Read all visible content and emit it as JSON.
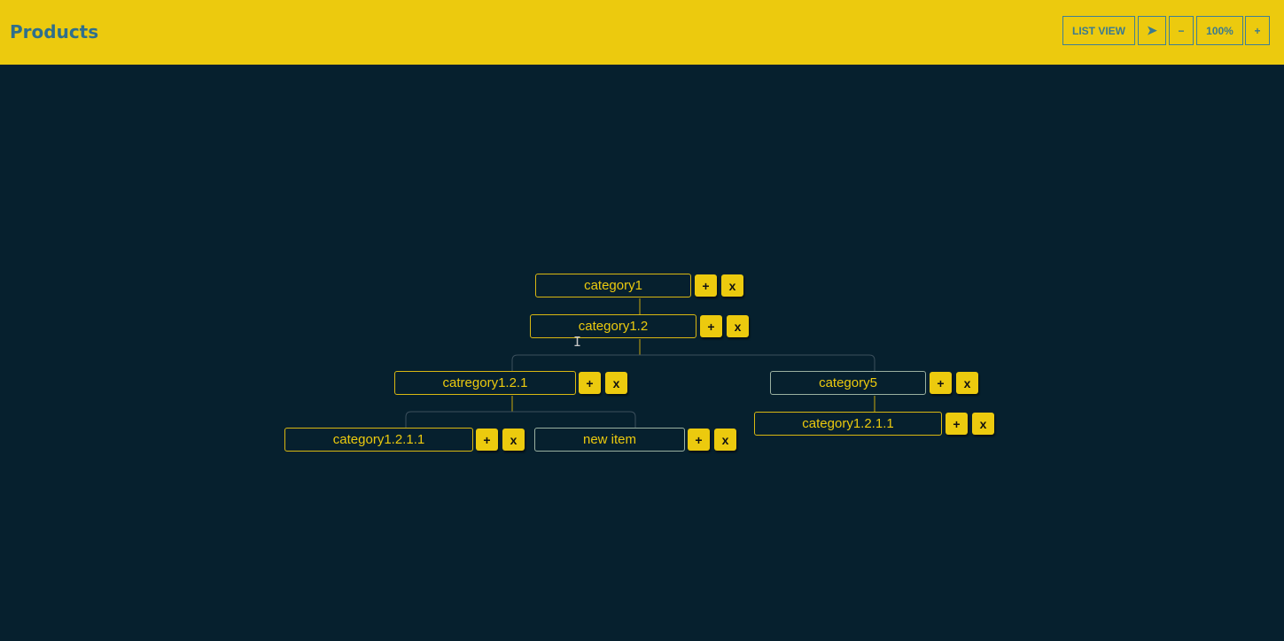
{
  "header": {
    "title": "Products",
    "toolbar": {
      "list_view": "LIST VIEW",
      "play_glyph": "➤",
      "zoom_out_glyph": "−",
      "zoom_level": "100%",
      "zoom_in_glyph": "+"
    }
  },
  "colors": {
    "header_bg": "#ecca0e",
    "canvas_bg": "#06202e",
    "node_text": "#ecca0e",
    "title_text": "#2f6f8c"
  },
  "tree": {
    "add_label": "+",
    "remove_label": "x",
    "nodes": [
      {
        "label": "category1"
      },
      {
        "label": "category1.2"
      },
      {
        "label": "catregory1.2.1"
      },
      {
        "label": "category5"
      },
      {
        "label": "category1.2.1.1"
      },
      {
        "label": "new item"
      },
      {
        "label": "category1.2.1.1"
      }
    ]
  }
}
